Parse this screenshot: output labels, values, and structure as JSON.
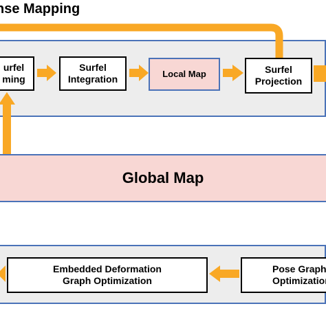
{
  "title": "nse Mapping",
  "nodes": {
    "surfel_forming": [
      "urfel",
      "ming"
    ],
    "surfel_integration": [
      "Surfel",
      "Integration"
    ],
    "local_map": "Local Map",
    "surfel_projection": [
      "Surfel",
      "Projection"
    ],
    "global_map": "Global Map",
    "embedded_deformation": [
      "Embedded Deformation",
      "Graph Optimization"
    ],
    "pose_graph": [
      "Pose Graph",
      "Optimization"
    ]
  },
  "colors": {
    "arrow": "#f9a825",
    "panel_border": "#4a72b8",
    "panel_fill": "#ededed",
    "map_fill": "#f8d7d4"
  }
}
